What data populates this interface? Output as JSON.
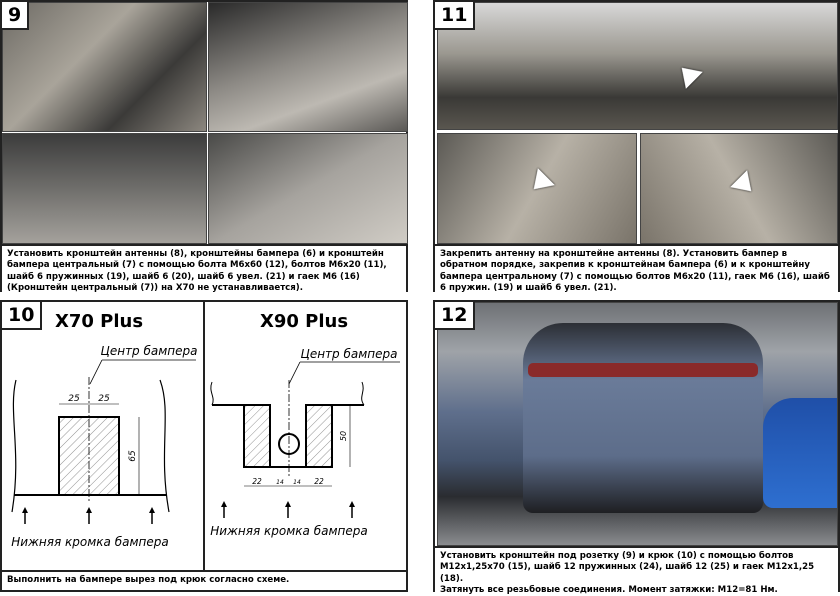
{
  "steps": {
    "s9": {
      "number": "9",
      "caption": "Установить кронштейн антенны (8), кронштейны бампера (6) и кронштейн бампера центральный (7) с помощью болта М6х60 (12), болтов М6х20 (11), шайб 6 пружинных (19), шайб 6 (20), шайб 6 увел. (21) и гаек М6 (16) (Кронштейн центральный (7)) на X70 не устанавливается)."
    },
    "s11": {
      "number": "11",
      "caption": "Закрепить антенну на кронштейне антенны (8). Установить бампер в обратном порядке, закрепив к кронштейнам бампера (6) и  к кронштейну бампера центральному (7) с помощью болтов М6х20 (11), гаек М6 (16), шайб 6 пружин. (19) и шайб 6 увел. (21)."
    },
    "s10": {
      "number": "10",
      "caption": "Выполнить на бампере вырез под крюк согласно схеме.",
      "x70": {
        "title": "X70 Plus",
        "center_label": "Центр бампера",
        "bottom_label": "Нижняя кромка бампера",
        "dim_left": "25",
        "dim_right": "25",
        "dim_height": "65"
      },
      "x90": {
        "title": "X90 Plus",
        "center_label": "Центр бампера",
        "bottom_label": "Нижняя кромка бампера",
        "dim_height": "50",
        "dim_1": "22",
        "dim_2": "14",
        "dim_3": "14",
        "dim_4": "22"
      }
    },
    "s12": {
      "number": "12",
      "caption_1": "Установить кронштейн под розетку (9) и крюк (10) с помощью болтов",
      "caption_2": "М12х1,25х70 (15), шайб 12 пружинных (24), шайб 12 (25) и гаек М12х1,25 (18).",
      "caption_3": "Затянуть все резьбовые соединения. Момент затяжки: М12=81 Нм."
    }
  }
}
